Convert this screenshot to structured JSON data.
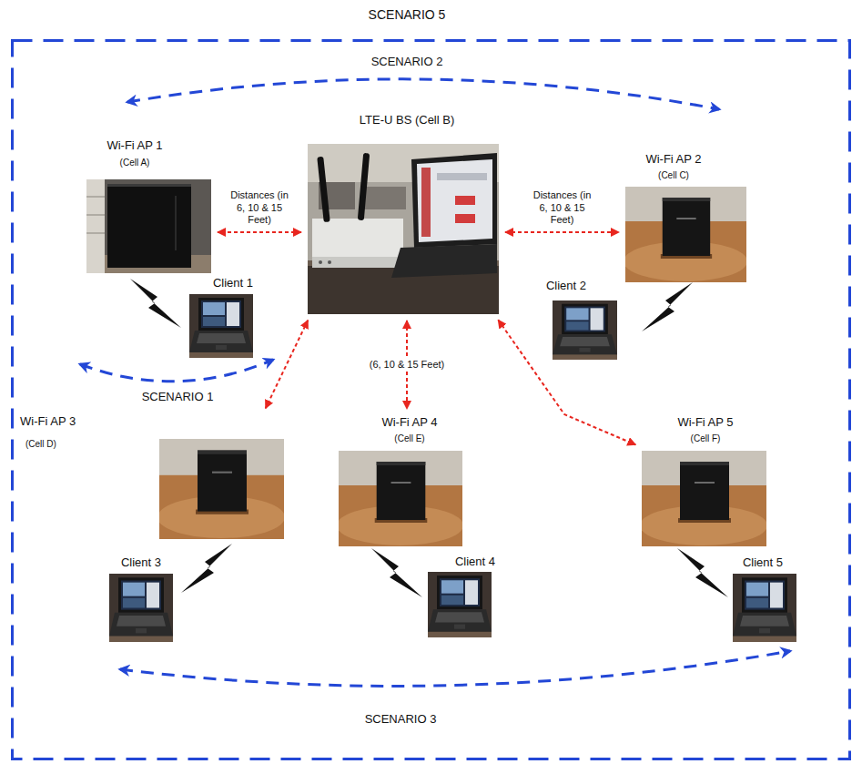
{
  "diagram": {
    "nodes": [
      {
        "text": [
          "SCENARIO 5"
        ]
      },
      {
        "text": [
          "LTE-U BS (Cell B)"
        ],
        "in": 0
      },
      {
        "text": [
          "Wi-Fi AP 1",
          "(Cell A)"
        ],
        "in": 0
      },
      {
        "text": [
          "Wi-Fi AP 2",
          "(Cell C)"
        ],
        "in": 0
      },
      {
        "text": [
          "Client 1"
        ],
        "in": 0
      },
      {
        "text": [
          "Client 2"
        ],
        "in": 0
      },
      {
        "text": [
          "Wi-Fi AP 3",
          "(Cell D)"
        ],
        "in": 0
      },
      {
        "text": [
          "Wi-Fi AP 4",
          "(Cell E)"
        ],
        "in": 0
      },
      {
        "text": [
          "Wi-Fi AP 5",
          "(Cell F)"
        ],
        "in": 0
      },
      {
        "text": [
          "Client 3"
        ],
        "in": 0
      },
      {
        "text": [
          "Client 4"
        ],
        "in": 0
      },
      {
        "text": [
          "Client 5"
        ],
        "in": 0
      }
    ],
    "edges": [
      {
        "from": 1,
        "to": 2,
        "arrow": "both",
        "label": "Distances (in 6, 10 & 15 Feet)"
      },
      {
        "from": 1,
        "to": 3,
        "arrow": "both",
        "label": "Distances (in 6, 10 & 15 Feet)"
      },
      {
        "from": 1,
        "to": 6,
        "arrow": "both"
      },
      {
        "from": 1,
        "to": 7,
        "arrow": "both",
        "label": "(6, 10 & 15 Feet)"
      },
      {
        "from": 1,
        "to": 8,
        "arrow": "both"
      }
    ],
    "labels": [
      "SCENARIO 2",
      "SCENARIO 1",
      "SCENARIO 3"
    ]
  }
}
